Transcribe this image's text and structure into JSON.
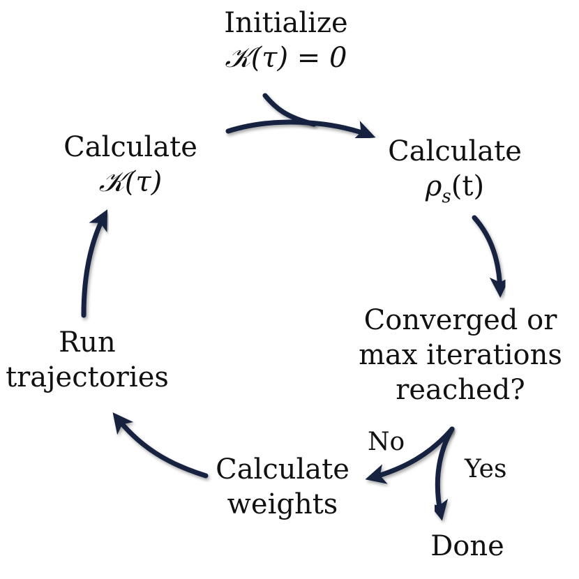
{
  "nodes": {
    "initialize": {
      "line1": "Initialize",
      "line2": "𝒦(τ) = 0"
    },
    "calc_rho": {
      "line1": "Calculate",
      "symbol": "ρ",
      "subscript": "s",
      "args": "(t)"
    },
    "converged": {
      "line1": "Converged or",
      "line2": "max iterations",
      "line3": "reached?"
    },
    "done": {
      "label": "Done"
    },
    "calc_weights": {
      "line1": "Calculate",
      "line2": "weights"
    },
    "run_trajectories": {
      "line1": "Run",
      "line2": "trajectories"
    },
    "calc_k": {
      "line1": "Calculate",
      "line2": "𝒦(τ)"
    }
  },
  "edges": {
    "no_label": "No",
    "yes_label": "Yes"
  },
  "colors": {
    "arrow": "#12233f",
    "text": "#111111",
    "background": "#ffffff"
  }
}
